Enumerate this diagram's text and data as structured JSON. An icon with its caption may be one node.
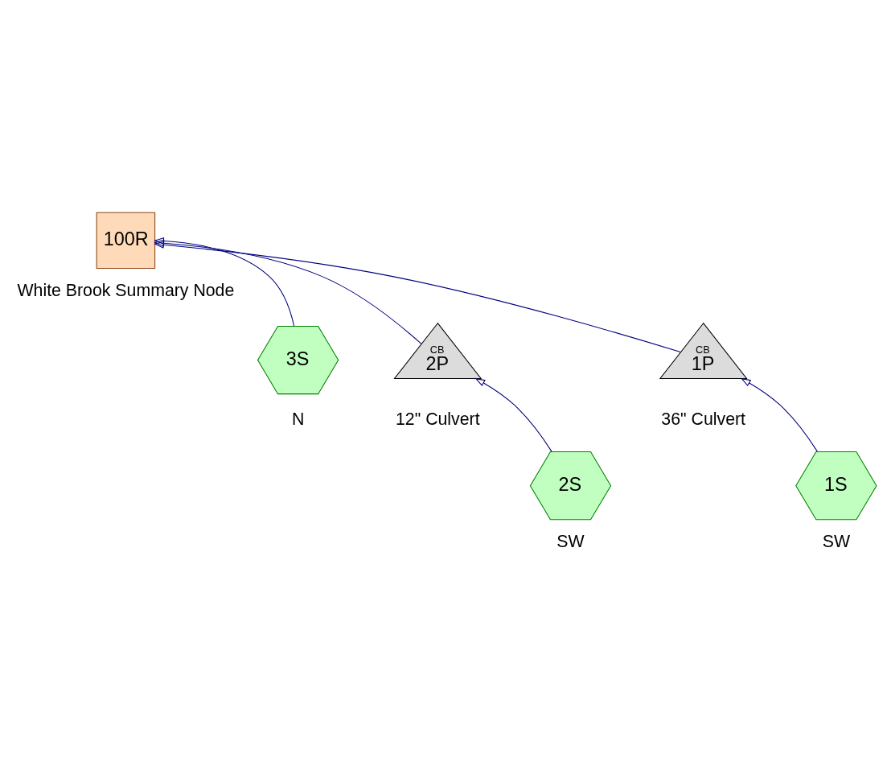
{
  "diagram": {
    "nodes": [
      {
        "text": [
          "100R"
        ],
        "beside": [
          "White Brook Summary Node"
        ]
      },
      {
        "text": [
          "3S"
        ],
        "beside": [
          "N"
        ]
      },
      {
        "text": [
          "CB",
          "2P"
        ],
        "beside": [
          "12\" Culvert"
        ]
      },
      {
        "text": [
          "CB",
          "1P"
        ],
        "beside": [
          "36\" Culvert"
        ]
      },
      {
        "text": [
          "2S"
        ],
        "beside": [
          "SW"
        ]
      },
      {
        "text": [
          "1S"
        ],
        "beside": [
          "SW"
        ]
      }
    ],
    "edges": [
      {
        "from": 1,
        "to": 0,
        "arrow": "to"
      },
      {
        "from": 2,
        "to": 0,
        "arrow": "to"
      },
      {
        "from": 3,
        "to": 0,
        "arrow": "to"
      },
      {
        "from": 4,
        "to": 2,
        "arrow": "to"
      },
      {
        "from": 5,
        "to": 3,
        "arrow": "to"
      }
    ]
  }
}
